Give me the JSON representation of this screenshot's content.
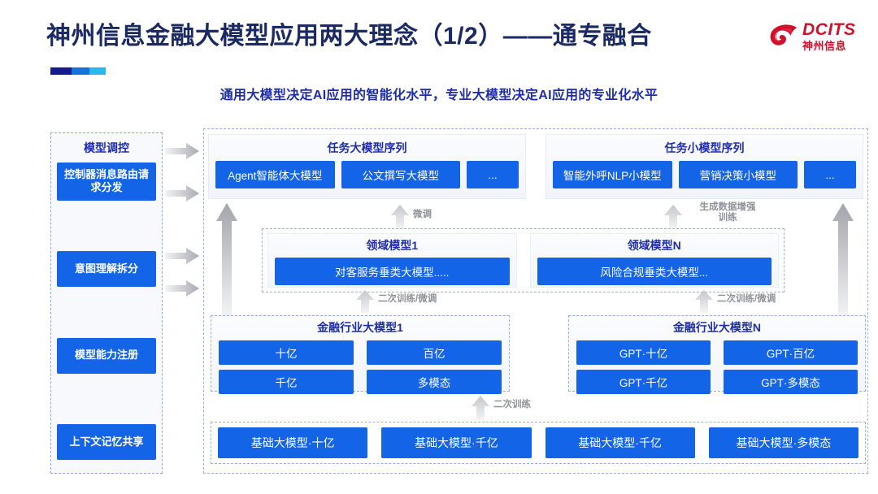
{
  "header": {
    "title": "神州信息金融大模型应用两大理念（1/2）——通专融合",
    "subtitle": "通用大模型决定AI应用的智能化水平，专业大模型决定AI应用的专业化水平",
    "accent_colors": [
      "#161c8c",
      "#1573d8",
      "#2bb7ef"
    ]
  },
  "logo": {
    "en": "DCITS",
    "cn": "神州信息",
    "color": "#d0112b"
  },
  "sidebar": {
    "title": "模型调控",
    "items": [
      {
        "label": "控制器消息路由请求分发"
      },
      {
        "label": "意图理解拆分"
      },
      {
        "label": "模型能力注册"
      },
      {
        "label": "上下文记忆共享"
      }
    ]
  },
  "task_sequences": [
    {
      "title": "任务大模型序列",
      "chips": [
        "Agent智能体大模型",
        "公文撰写大模型",
        "..."
      ]
    },
    {
      "title": "任务小模型序列",
      "chips": [
        "智能外呼NLP小模型",
        "营销决策小模型",
        "..."
      ]
    }
  ],
  "domain_models": [
    {
      "title": "领域模型1",
      "chip": "对客服务垂类大模型....."
    },
    {
      "title": "领域模型N",
      "chip": "风险合规垂类大模型..."
    }
  ],
  "industry_models": [
    {
      "title": "金融行业大模型1",
      "chips": [
        "十亿",
        "百亿",
        "千亿",
        "多模态"
      ]
    },
    {
      "title": "金融行业大模型N",
      "chips": [
        "GPT·十亿",
        "GPT·百亿",
        "GPT·千亿",
        "GPT·多模态"
      ]
    }
  ],
  "base_models": {
    "chips": [
      "基础大模型·十亿",
      "基础大模型·千亿",
      "基础大模型·千亿",
      "基础大模型·多模态"
    ]
  },
  "arrow_labels": {
    "fine_tune": "微调",
    "data_augment_line1": "生成数据增强",
    "data_augment_line2": "训练",
    "retrain_tune_left": "二次训练/微调",
    "retrain_tune_right": "二次训练/微调",
    "retrain": "二次训练"
  },
  "colors": {
    "chip_blue": "#1464e8",
    "title_navy": "#1b2a63",
    "accent_blue": "#1f2ea8",
    "arrow_gray": "#b9bcc2"
  }
}
